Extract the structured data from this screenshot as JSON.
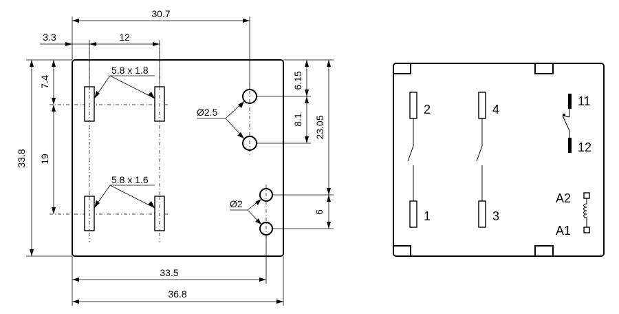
{
  "footprint": {
    "dimensions": {
      "top_width": "30.7",
      "left_offset": "3.3",
      "pin_spacing": "12",
      "top_pad_size": "5.8 x 1.8",
      "bottom_pad_size": "5.8 x 1.6",
      "top_pad_offset": "7.4",
      "pad_row_spacing": "19",
      "height": "33.8",
      "hole_top_offset": "6.15",
      "hole_spacing_large": "8.1",
      "hole_span": "23.05",
      "hole_spacing_small": "6",
      "hole_large_diameter": "Ø2.5",
      "hole_small_diameter": "Ø2",
      "inner_width": "33.5",
      "total_width": "36.8"
    }
  },
  "schematic": {
    "pins": [
      "2",
      "4",
      "11",
      "12",
      "1",
      "3",
      "A2",
      "A1"
    ]
  }
}
